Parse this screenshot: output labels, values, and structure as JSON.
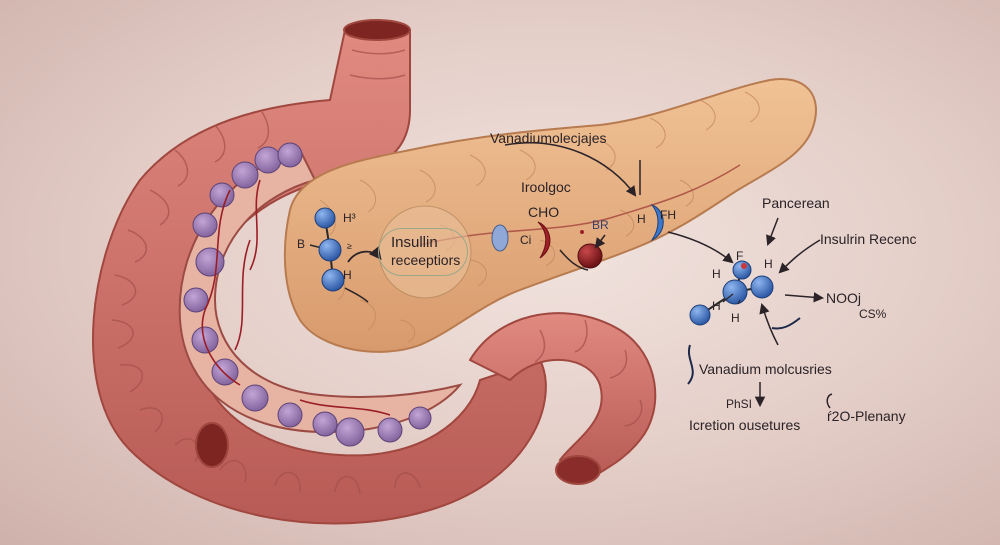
{
  "labels": {
    "vanadium_top": "Vanadiumolecjajes",
    "iroolgoc": "Iroolgoc",
    "cho": "CHO",
    "ci": "Ci",
    "br": "BR",
    "h_right": "H",
    "fh": "FH",
    "pancerean": "Pancerean",
    "insulin_rec": "Insulrin Recenc",
    "insulin_receptors_line1": "Insullin",
    "insulin_receptors_line2": "receeptiors",
    "h3": "H³",
    "b": "B",
    "h_left": "H",
    "tiny_mark": "≥",
    "f": "F",
    "h_mol_a": "H",
    "h_mol_b": "H",
    "h_mol_c": "H",
    "h_mol_d": "H",
    "noo": "NOOj",
    "cs": "CS%",
    "vanadium_bottom": "Vanadium molcusries",
    "phsi": "PhSI",
    "icretion": "Icretion ousetures",
    "r2o": "ŕ2O-Plenany"
  },
  "colors": {
    "intestine": "#cf6e66",
    "pancreas": "#e8b487",
    "cell_purple": "#9a78b3",
    "molecule_blue": "#3d6fc4",
    "dark_red": "#8e1d22"
  }
}
